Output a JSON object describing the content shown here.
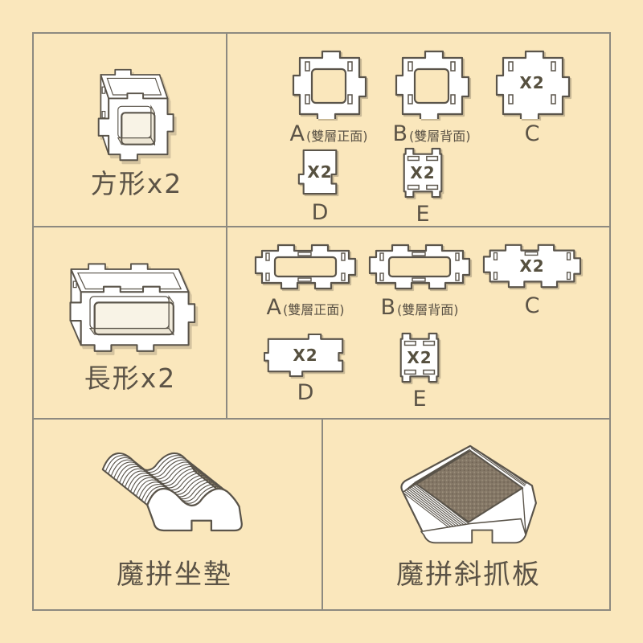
{
  "palette": {
    "background": "#FAE7BC",
    "grid_line": "#8D8A80",
    "outline": "#5A544A",
    "ink": "#5B5346",
    "board_texture": "#847766"
  },
  "square_set": {
    "title": "方形x2",
    "row1": [
      {
        "letter": "A",
        "sub": "(雙層正面)"
      },
      {
        "letter": "B",
        "sub": "(雙層背面)"
      },
      {
        "letter": "C",
        "count": "X2"
      }
    ],
    "row2": [
      {
        "letter": "D",
        "count": "X2"
      },
      {
        "letter": "E",
        "count": "X2"
      }
    ]
  },
  "long_set": {
    "title": "長形x2",
    "row1": [
      {
        "letter": "A",
        "sub": "(雙層正面)"
      },
      {
        "letter": "B",
        "sub": "(雙層背面)"
      },
      {
        "letter": "C",
        "count": "X2"
      }
    ],
    "row2": [
      {
        "letter": "D",
        "count": "X2"
      },
      {
        "letter": "E",
        "count": "X2"
      }
    ]
  },
  "cushion": {
    "title": "魔拼坐墊"
  },
  "scratch_board": {
    "title": "魔拼斜抓板"
  }
}
